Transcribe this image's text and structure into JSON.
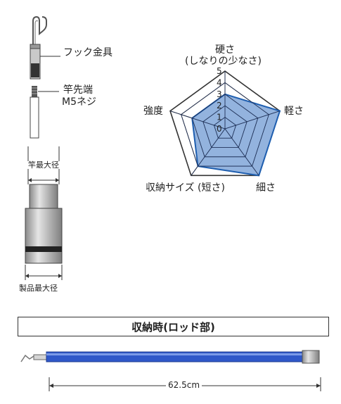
{
  "hook_label": "フック金具",
  "tip_label_line1": "竿先端",
  "tip_label_line2": "M5ネジ",
  "rod_max_dia_label": "竿最大径",
  "product_max_dia_label": "製品最大径",
  "radar": {
    "axes": [
      {
        "label": "硬さ",
        "sublabel": "(しなりの少なさ)"
      },
      {
        "label": "軽さ",
        "sublabel": ""
      },
      {
        "label": "細さ",
        "sublabel": ""
      },
      {
        "label": "収納サイズ (短さ)",
        "sublabel": ""
      },
      {
        "label": "強度",
        "sublabel": ""
      }
    ],
    "scale": [
      "0",
      "1",
      "2",
      "3",
      "4",
      "5"
    ],
    "values": [
      3,
      5,
      5,
      4,
      3
    ],
    "fill_color": "#6f9ad3",
    "stroke_color": "#1f5fb0"
  },
  "banner_title": "収納時(ロッド部)",
  "length_label": "62.5cm",
  "colors": {
    "rod_blue": "#2f58c9",
    "metal": "#9a9a9a"
  }
}
